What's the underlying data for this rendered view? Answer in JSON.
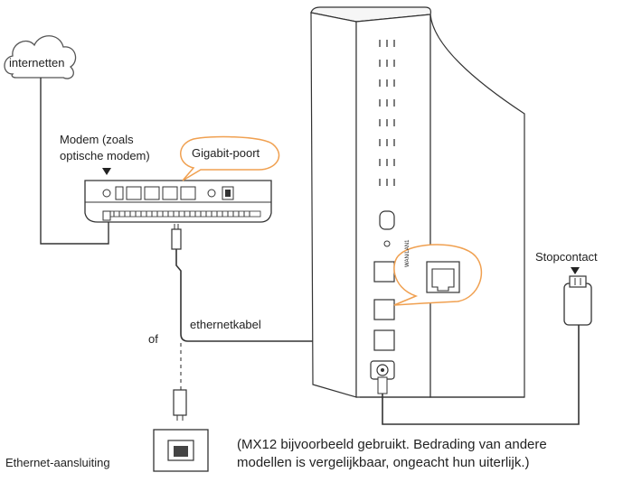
{
  "labels": {
    "internet": "internetten",
    "modem_line1": "Modem (zoals",
    "modem_line2": "optische modem)",
    "gigabit_port": "Gigabit-poort",
    "ethernet_cable": "ethernetkabel",
    "or": "of",
    "power_outlet": "Stopcontact",
    "ethernet_jack": "Ethernet-aansluiting",
    "port_label": "WAN/LAN1"
  },
  "caption": {
    "line1": "(MX12 bijvoorbeeld gebruikt. Bedrading van andere",
    "line2": "modellen is vergelijkbaar, ongeacht hun uiterlijk.)"
  },
  "colors": {
    "accent": "#f0a050",
    "line": "#333333",
    "device_fill": "#f4f4f4"
  }
}
